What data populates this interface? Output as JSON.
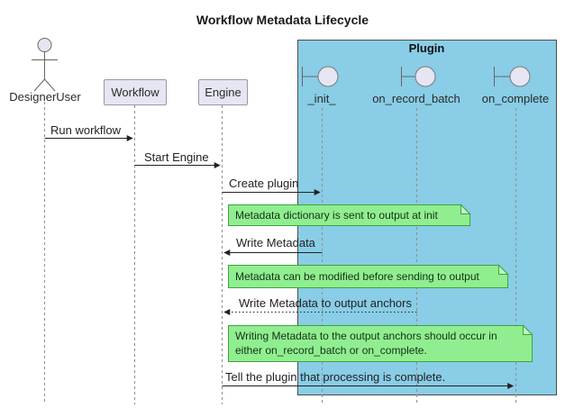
{
  "title": "Workflow Metadata Lifecycle",
  "actors": {
    "designer_user": "DesignerUser",
    "workflow": "Workflow",
    "engine": "Engine"
  },
  "plugin": {
    "label": "Plugin",
    "lifelines": [
      "_init_",
      "on_record_batch",
      "on_complete"
    ]
  },
  "messages": [
    {
      "from": "DesignerUser",
      "to": "Workflow",
      "label": "Run workflow",
      "style": "solid"
    },
    {
      "from": "Workflow",
      "to": "Engine",
      "label": "Start Engine",
      "style": "solid"
    },
    {
      "from": "Engine",
      "to": "_init_",
      "label": "Create plugin",
      "style": "solid"
    },
    {
      "from": "_init_",
      "to": "Engine",
      "label": "Write Metadata",
      "style": "solid"
    },
    {
      "from": "on_record_batch",
      "to": "Engine",
      "label": "Write Metadata to output anchors",
      "style": "dotted"
    },
    {
      "from": "Engine",
      "to": "on_complete",
      "label": "Tell the plugin that processing is complete.",
      "style": "solid"
    }
  ],
  "notes": [
    {
      "text": "Metadata dictionary is sent to output at init"
    },
    {
      "text": "Metadata can be modified before sending to output"
    },
    {
      "text": "Writing Metadata to the output anchors should occur in either on_record_batch or on_complete."
    }
  ],
  "colors": {
    "plugin_fill": "#89CDE6",
    "plugin_border": "#4d4d4d",
    "note_fill": "#90EE90",
    "note_border": "#3CA43C",
    "participant_fill": "#E6E6F3",
    "participant_border": "#9797A8",
    "lifeline": "#999999",
    "arrow": "#222222"
  }
}
